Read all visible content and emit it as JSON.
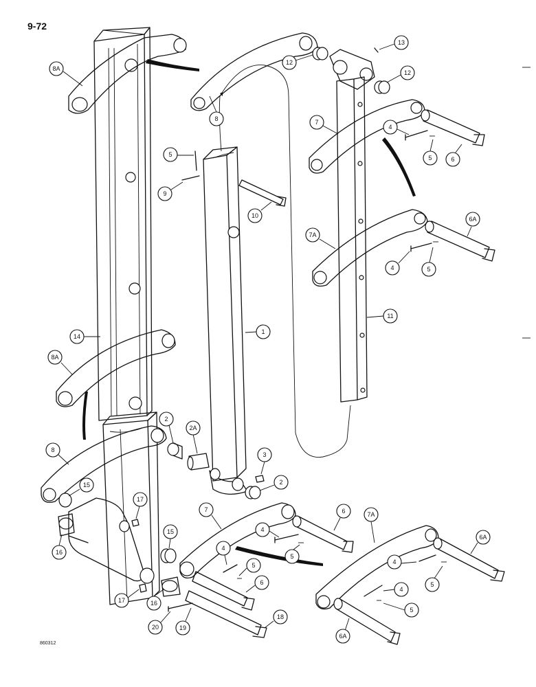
{
  "page_number": "9-72",
  "drawing_code": "860312",
  "callouts": {
    "c8A_top": "8A",
    "c8_top": "8",
    "c12_left": "12",
    "c13": "13",
    "c12_right": "12",
    "c7_top": "7",
    "c4_top": "4",
    "c5_top": "5",
    "c6_top": "6",
    "c5_mid": "5",
    "c9": "9",
    "c10": "10",
    "c7A_mid": "7A",
    "c6A_mid": "6A",
    "c4_mid": "4",
    "c5_mid2": "5",
    "c11": "11",
    "c1": "1",
    "c14": "14",
    "c8A_low": "8A",
    "c2_a": "2",
    "c2A": "2A",
    "c3": "3",
    "c2_b": "2",
    "c8_low": "8",
    "c15_left": "15",
    "c17_top": "17",
    "c16_left": "16",
    "c7_low": "7",
    "c6_low": "6",
    "c4_low": "4",
    "c5_low": "5",
    "c15_mid": "15",
    "c4_low2": "4",
    "c5_low2": "5",
    "c6_low2": "6",
    "c17_bot": "17",
    "c16_bot": "16",
    "c20": "20",
    "c19": "19",
    "c18": "18",
    "c7A_low": "7A",
    "c6A_right": "6A",
    "c4_right": "4",
    "c5_right": "5",
    "c4_right2": "4",
    "c5_right2": "5",
    "c6A_bot": "6A"
  }
}
